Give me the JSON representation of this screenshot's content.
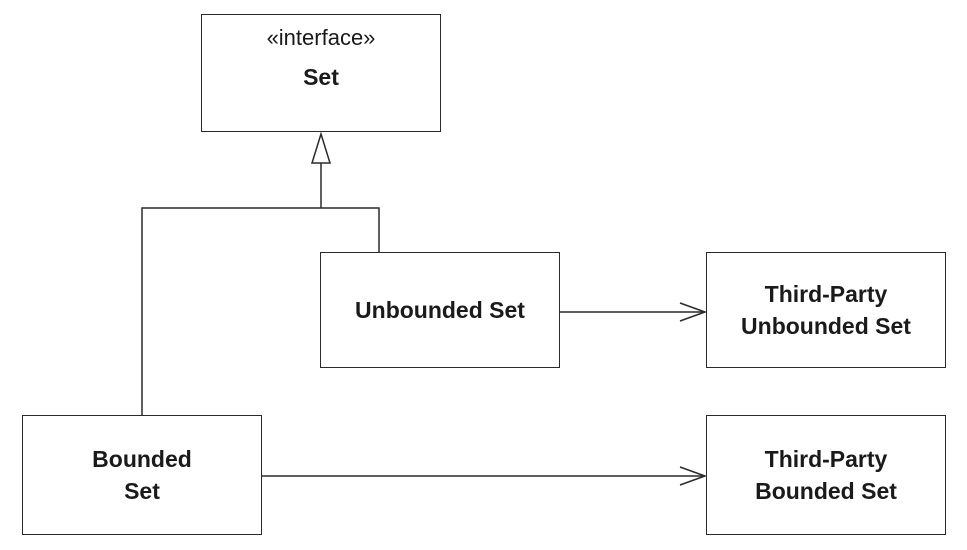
{
  "diagram": {
    "type": "uml-class",
    "nodes": [
      {
        "id": "set",
        "stereotype": "«interface»",
        "name_lines": [
          "Set"
        ]
      },
      {
        "id": "unbounded",
        "name_lines": [
          "Unbounded Set"
        ]
      },
      {
        "id": "tp_unbounded",
        "name_lines": [
          "Third-Party",
          "Unbounded Set"
        ]
      },
      {
        "id": "bounded",
        "name_lines": [
          "Bounded",
          "Set"
        ]
      },
      {
        "id": "tp_bounded",
        "name_lines": [
          "Third-Party",
          "Bounded Set"
        ]
      }
    ],
    "edges": [
      {
        "from": "unbounded",
        "to": "set",
        "kind": "generalization"
      },
      {
        "from": "bounded",
        "to": "set",
        "kind": "generalization"
      },
      {
        "from": "unbounded",
        "to": "tp_unbounded",
        "kind": "association"
      },
      {
        "from": "bounded",
        "to": "tp_bounded",
        "kind": "association"
      }
    ],
    "colors": {
      "line": "#2a2a2a",
      "background": "#ffffff"
    }
  }
}
